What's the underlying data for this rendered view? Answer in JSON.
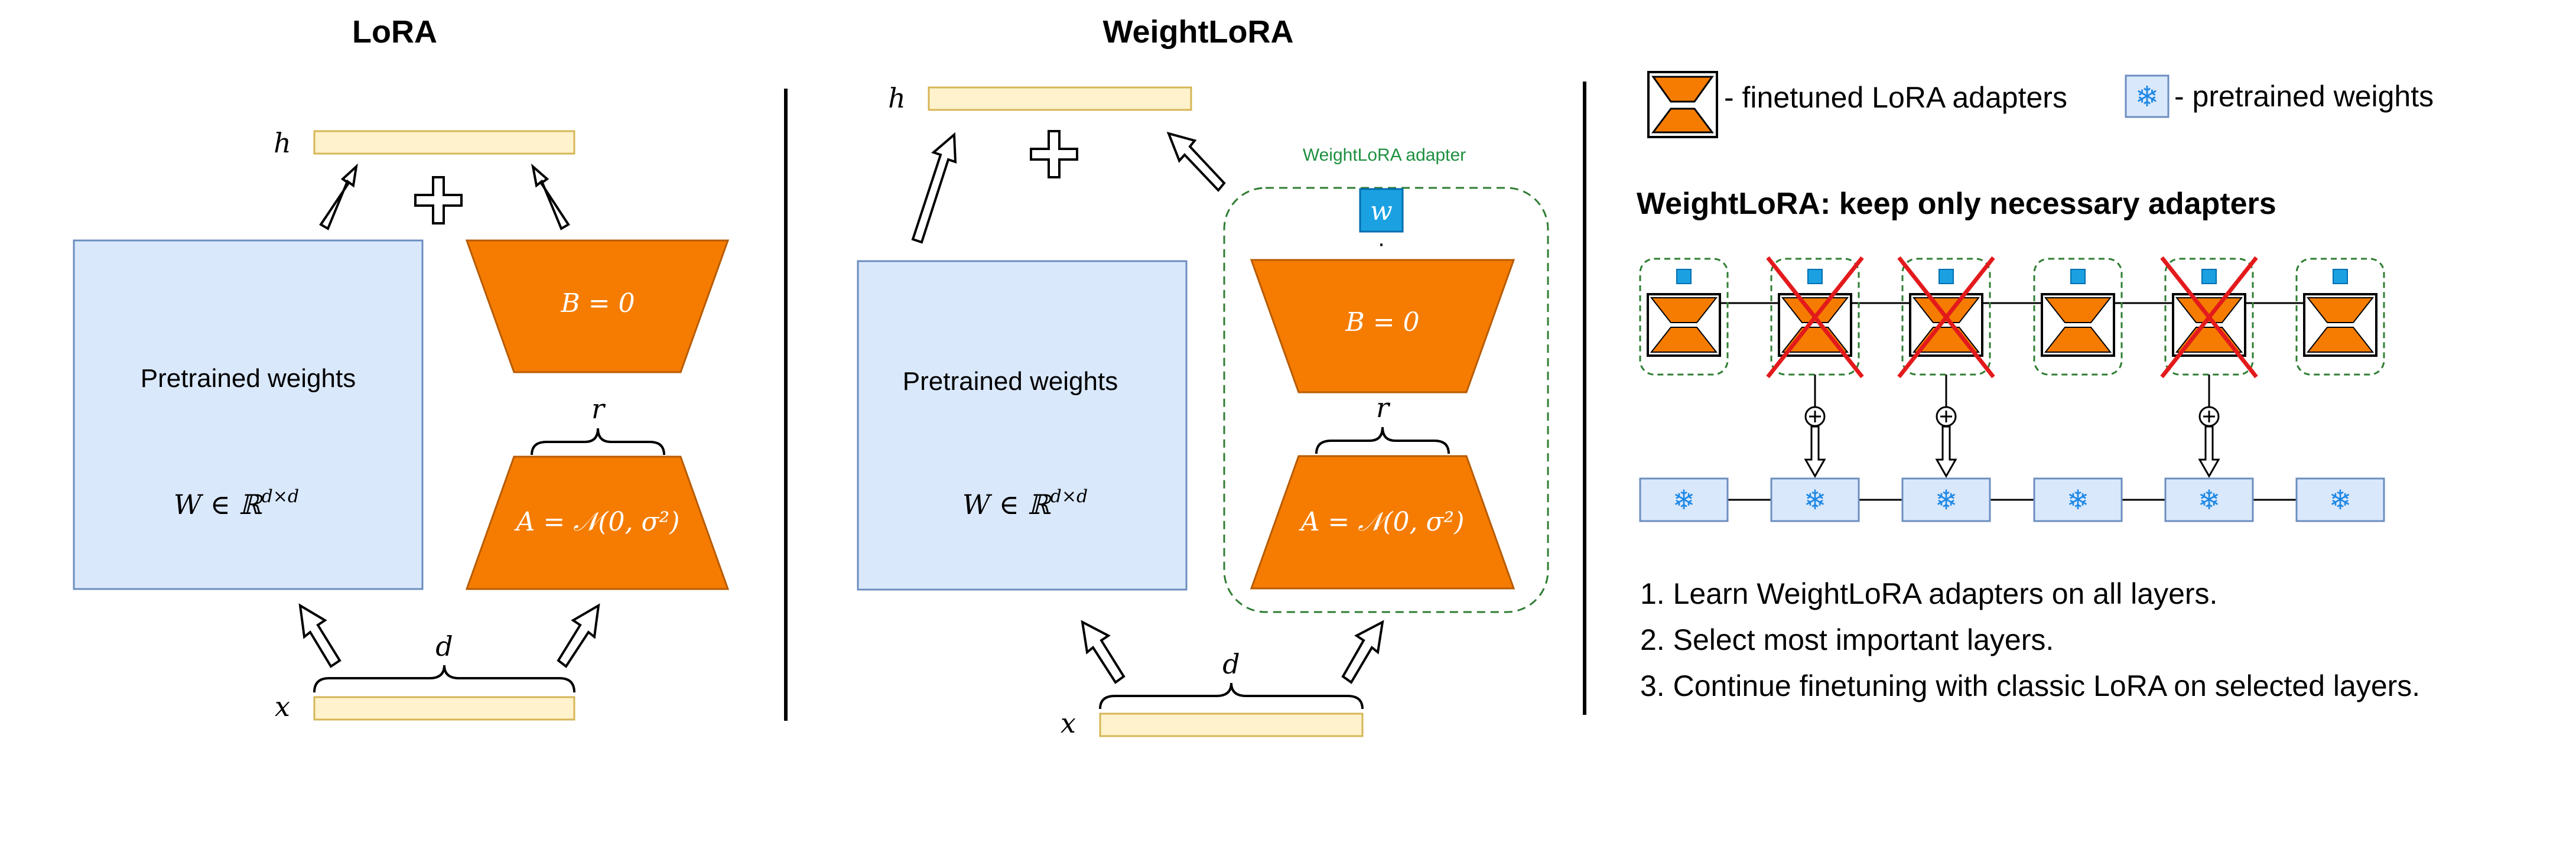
{
  "colors": {
    "orange": "#f57c00",
    "orange_stroke": "#b85b00",
    "blue_fill": "#dae8fc",
    "blue_stroke": "#6c8ebf",
    "cream_fill": "#fff2cc",
    "cream_stroke": "#d6b656",
    "green_dash": "#2e7d32",
    "w_box": "#1ba1e2",
    "red_cross": "#e31a1c",
    "snowflake": "#1e88e5"
  },
  "lora": {
    "title": "LoRA",
    "h": "h",
    "x": "x",
    "pretrained": "Pretrained weights",
    "W": "W ∈ ℝ",
    "W_sup": "d×d",
    "B": "B = 0",
    "A": "A = 𝒩(0, σ²)",
    "r": "r",
    "d": "d"
  },
  "weightlora": {
    "title": "WeightLoRA",
    "h": "h",
    "x": "x",
    "pretrained": "Pretrained weights",
    "W": "W ∈ ℝ",
    "W_sup": "d×d",
    "B": "B = 0",
    "A": "A = 𝒩(0, σ²)",
    "r": "r",
    "d": "d",
    "adapter_label": "WeightLoRA adapter",
    "w": "w",
    "dot": "·"
  },
  "legend": {
    "finetuned": "- finetuned LoRA adapters",
    "pretrained": "- pretrained weights",
    "heading": "WeightLoRA: keep only necessary adapters",
    "plus": "+",
    "snow": "❄"
  },
  "steps": [
    "1. Learn WeightLoRA adapters on all layers.",
    "2. Select most important layers.",
    "3. Continue finetuning with classic LoRA on selected layers."
  ]
}
